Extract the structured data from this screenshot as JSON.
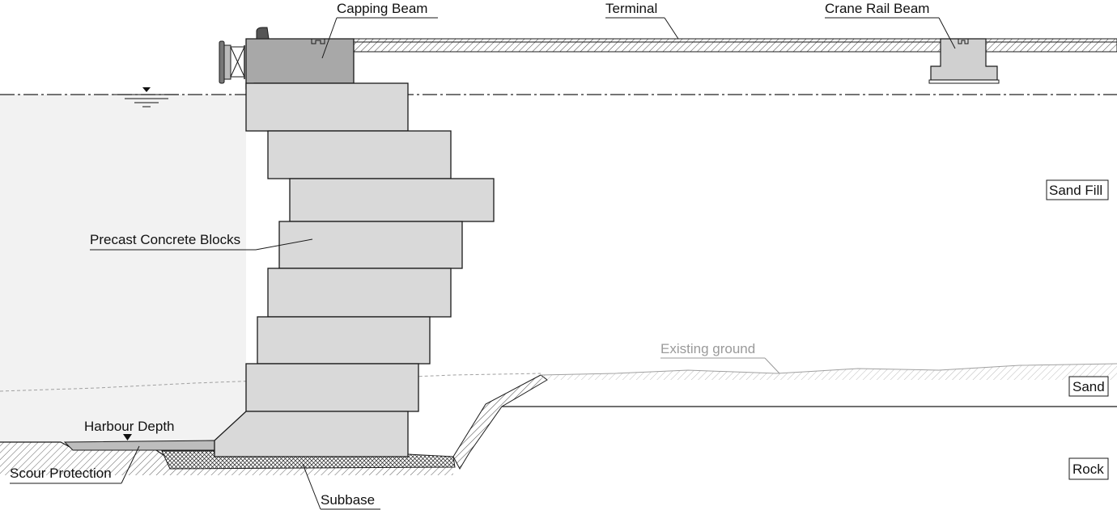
{
  "labels": {
    "capping_beam": "Capping Beam",
    "terminal": "Terminal",
    "crane_rail_beam": "Crane Rail Beam",
    "sand_fill": "Sand Fill",
    "precast_blocks": "Precast Concrete Blocks",
    "existing_ground": "Existing ground",
    "sand": "Sand",
    "harbour_depth": "Harbour Depth",
    "scour_protection": "Scour Protection",
    "rock": "Rock",
    "subbase": "Subbase"
  },
  "colors": {
    "water": "#f2f2f2",
    "concrete_block": "#d9d9d9",
    "capping_beam": "#a8a8a8",
    "line": "#1a1a1a",
    "existing_ground_label": "#9a9a9a"
  }
}
